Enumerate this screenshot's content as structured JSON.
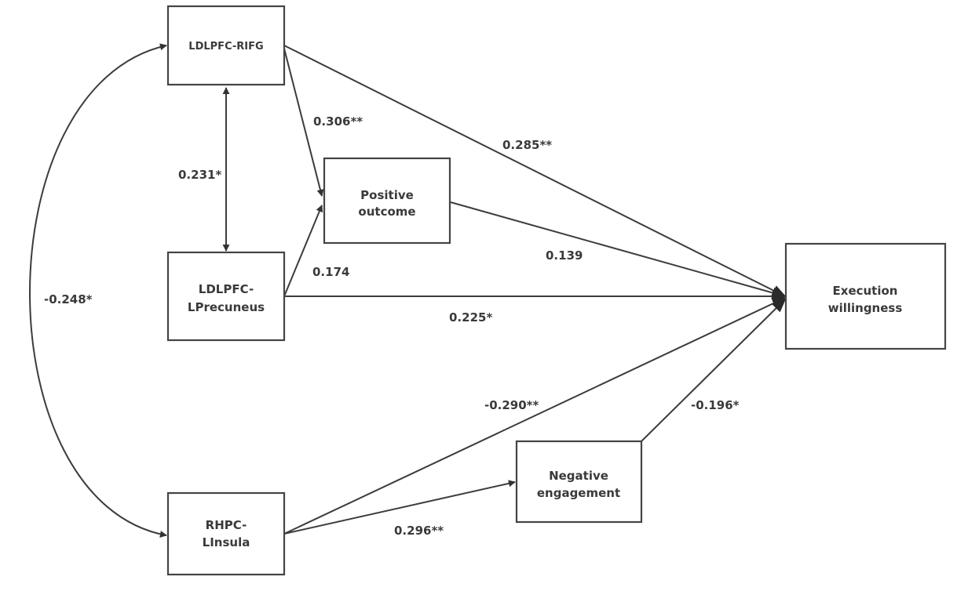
{
  "diagram": {
    "type": "path-model",
    "nodes": [
      {
        "id": "ldlpfc_rifg",
        "lines": [
          "LDLPFC-RIFG"
        ]
      },
      {
        "id": "positive",
        "lines": [
          "Positive",
          "outcome"
        ]
      },
      {
        "id": "ldlpfc_lprec",
        "lines": [
          "LDLPFC-",
          "LPrecuneus"
        ]
      },
      {
        "id": "execution",
        "lines": [
          "Execution",
          "willingness"
        ]
      },
      {
        "id": "negative",
        "lines": [
          "Negative",
          "engagement"
        ]
      },
      {
        "id": "rhpc_linsula",
        "lines": [
          "RHPC-",
          "LInsula"
        ]
      }
    ],
    "edges": [
      {
        "id": "rifg_to_exec",
        "from": "ldlpfc_rifg",
        "to": "execution",
        "coef": "0.285**"
      },
      {
        "id": "rifg_to_pos",
        "from": "ldlpfc_rifg",
        "to": "positive",
        "coef": "0.306**"
      },
      {
        "id": "rifg_prec_cov",
        "from": "ldlpfc_rifg",
        "to": "ldlpfc_lprec",
        "coef": "0.231*",
        "bidirectional": true
      },
      {
        "id": "prec_to_pos",
        "from": "ldlpfc_lprec",
        "to": "positive",
        "coef": "0.174"
      },
      {
        "id": "pos_to_exec",
        "from": "positive",
        "to": "execution",
        "coef": "0.139"
      },
      {
        "id": "prec_to_exec",
        "from": "ldlpfc_lprec",
        "to": "execution",
        "coef": "0.225*"
      },
      {
        "id": "rifg_insula_cov",
        "from": "ldlpfc_rifg",
        "to": "rhpc_linsula",
        "coef": "-0.248*",
        "bidirectional": true
      },
      {
        "id": "insula_to_exec",
        "from": "rhpc_linsula",
        "to": "execution",
        "coef": "-0.290**"
      },
      {
        "id": "neg_to_exec",
        "from": "negative",
        "to": "execution",
        "coef": "-0.196*"
      },
      {
        "id": "insula_to_neg",
        "from": "rhpc_linsula",
        "to": "negative",
        "coef": "0.296**"
      }
    ]
  }
}
